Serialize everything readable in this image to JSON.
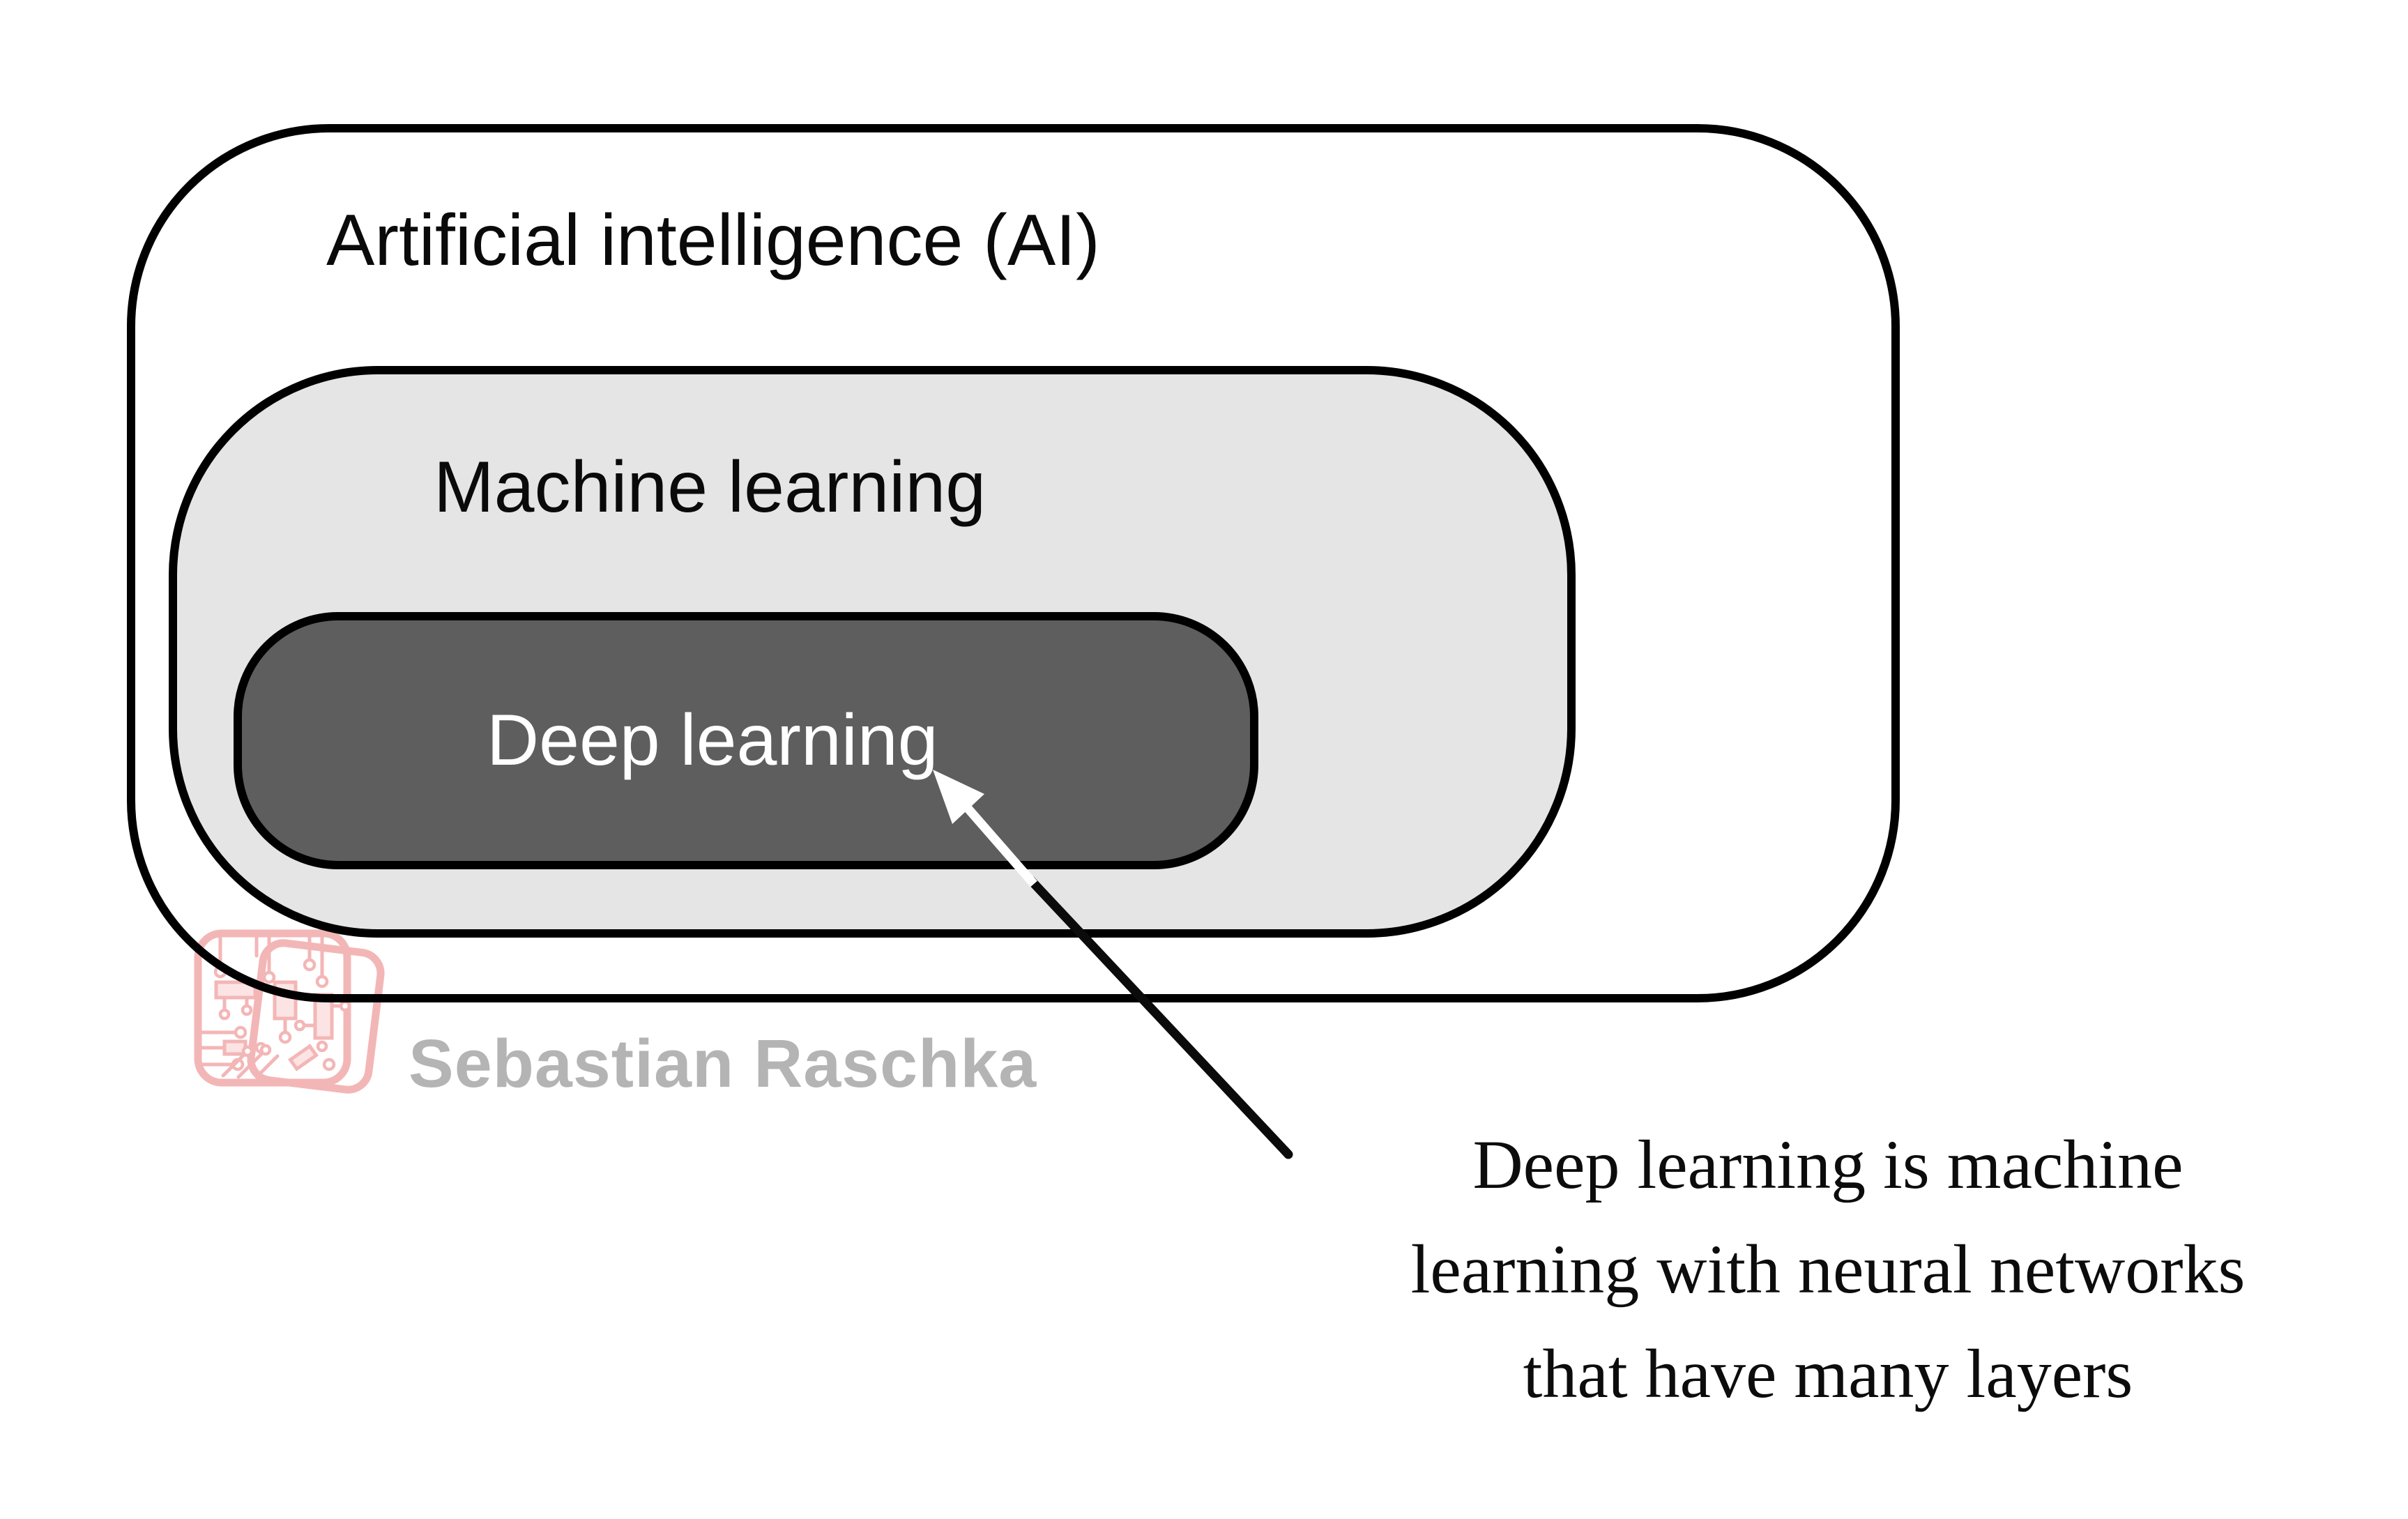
{
  "sets": {
    "ai": {
      "label": "Artificial intelligence (AI)"
    },
    "ml": {
      "label": "Machine learning"
    },
    "dl": {
      "label": "Deep learning"
    }
  },
  "annotation": {
    "lines": [
      "Deep learning is machine",
      "learning with neural networks",
      "that have many layers"
    ]
  },
  "watermark": {
    "author": "Sebastian Raschka",
    "logo_icon": "circuit-chip-icon"
  },
  "colors": {
    "ai-fill": "#ffffff",
    "ml-fill": "#e5e5e5",
    "dl-fill": "#5e5e5e",
    "outline": "#000000",
    "dl-label": "#ffffff",
    "watermark-gray": "#b4b4b4",
    "logo-pink": "#ef9a9a",
    "arrow-white": "#ffffff",
    "arrow-black": "#0b0b0b"
  }
}
